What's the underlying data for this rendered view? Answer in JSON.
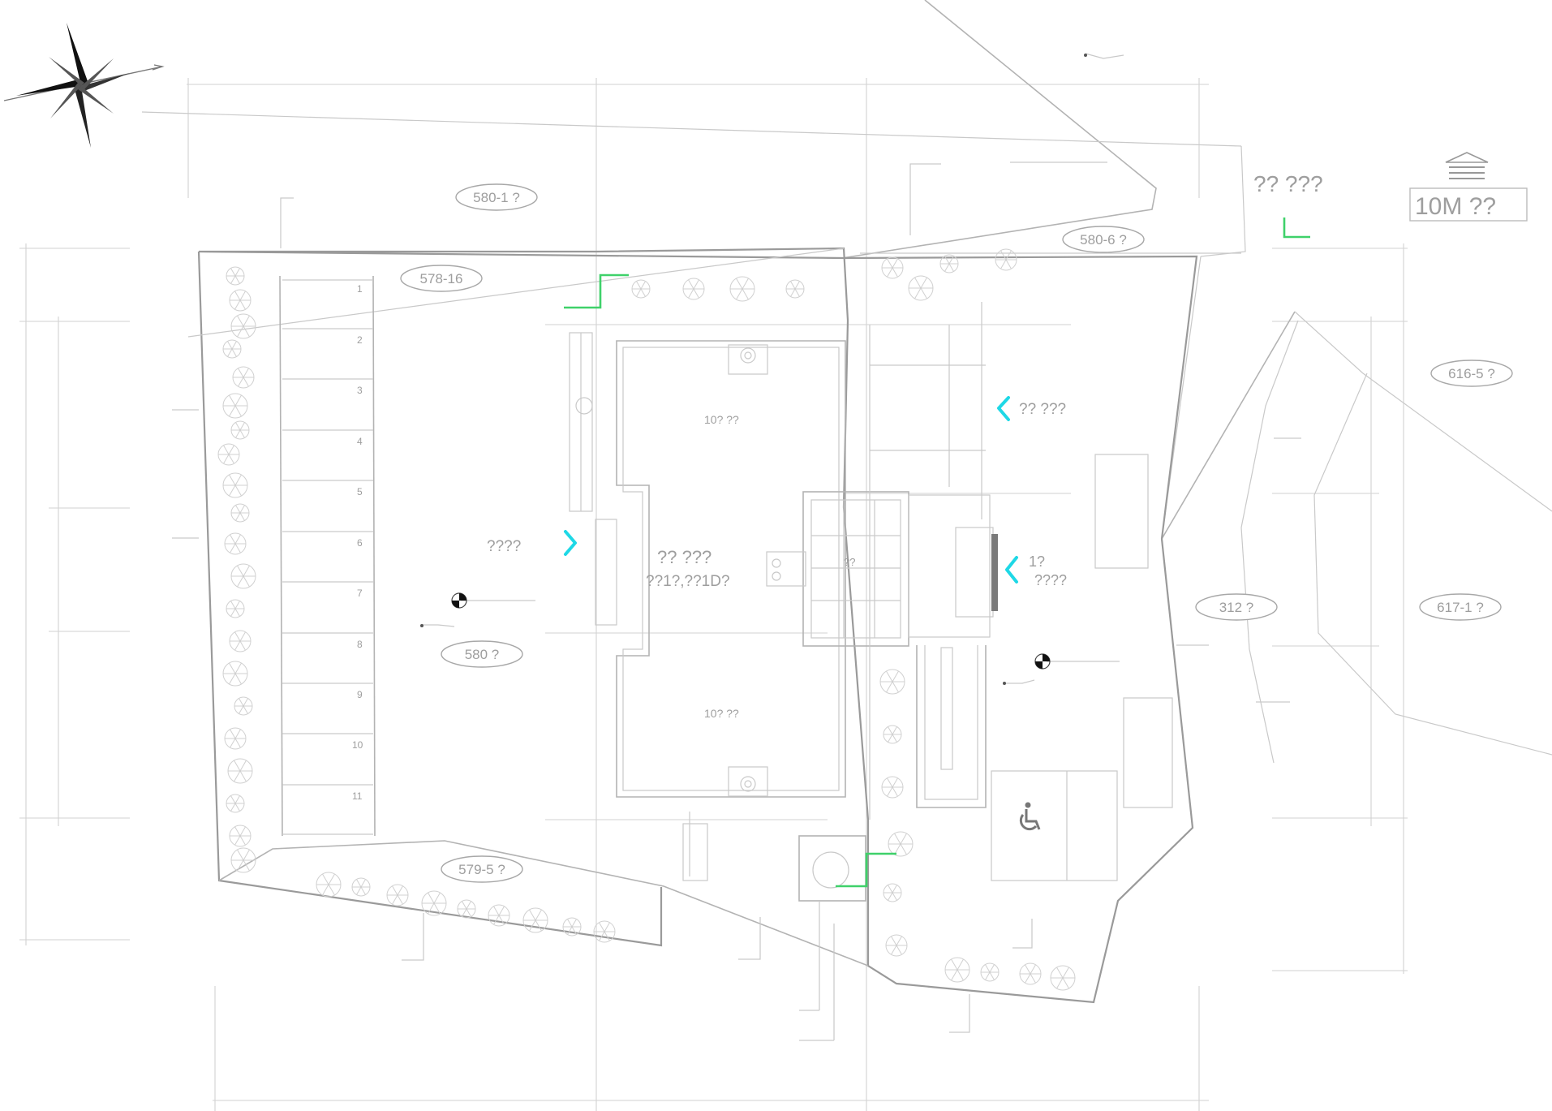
{
  "plan": {
    "parcel_labels": [
      "580-1 ?",
      "578-16",
      "580-6 ?",
      "616-5 ?",
      "580 ?",
      "312 ?",
      "617-1 ?",
      "579-5 ?"
    ],
    "road_label": "?? ???",
    "scale_label": "10M ??",
    "center_label_1": "?? ???",
    "center_label_2": "??1?,??1D?",
    "room_top": "10? ??",
    "room_bottom": "10? ??",
    "stair_label": "??",
    "left_entry_label": "????",
    "right_entry_label": "?? ???",
    "side_label_1": "1?",
    "side_label_2": "????",
    "parking_numbers": [
      "1",
      "2",
      "3",
      "4",
      "5",
      "6",
      "7",
      "8",
      "9",
      "10",
      "11"
    ],
    "accessible_icon": "wheelchair-icon",
    "north_icon": "compass-rose-icon",
    "scale_icon": "scale-bar-icon",
    "colors": {
      "lines": "#c9c9c9",
      "arrow": "#1ed8e6",
      "green": "#3fd16a"
    }
  }
}
